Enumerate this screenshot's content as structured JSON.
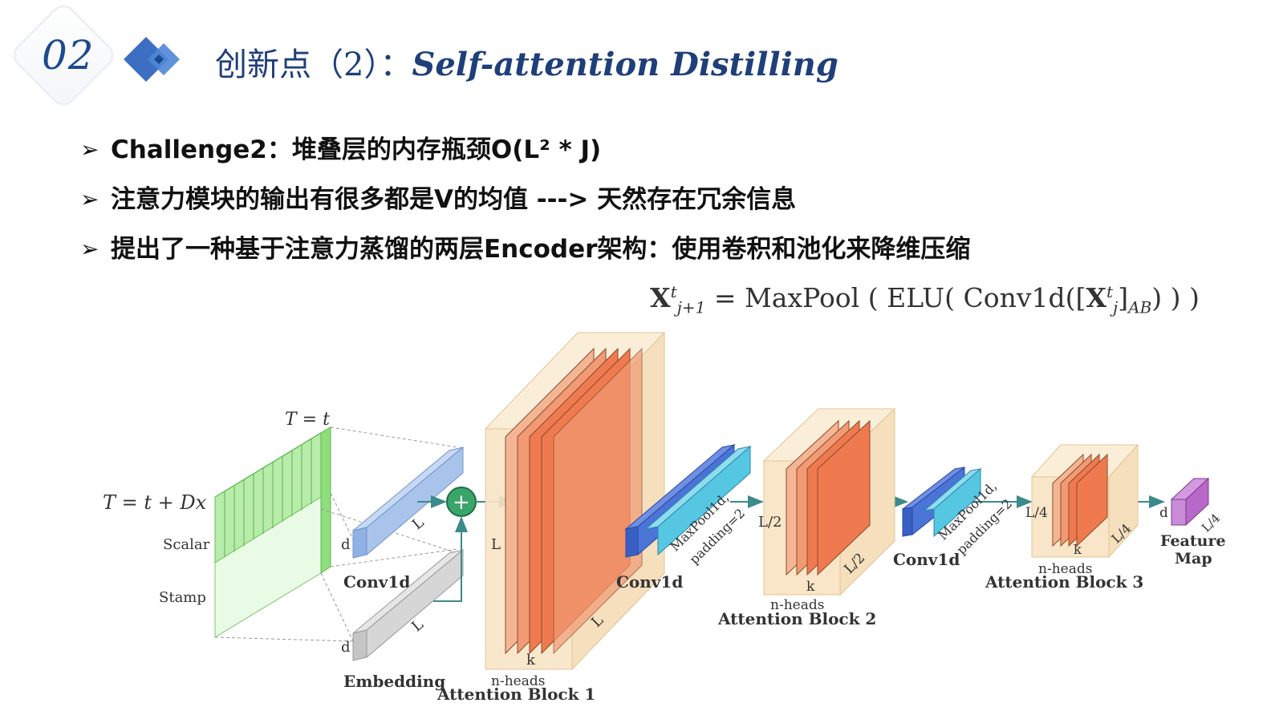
{
  "header": {
    "section_number": "02",
    "title_cn": "创新点（2）：",
    "title_en": "Self-attention Distilling",
    "colors": {
      "accent": "#1d4a8f",
      "diamond": "#3c6fc2"
    }
  },
  "bullets": [
    {
      "icon": "arrow-bullet-icon",
      "text": "Challenge2：堆叠层的内存瓶颈O(L² * J)"
    },
    {
      "icon": "arrow-bullet-icon",
      "text": "注意力模块的输出有很多都是V的均值   --->   天然存在冗余信息"
    },
    {
      "icon": "arrow-bullet-icon",
      "text": "提出了一种基于注意力蒸馏的两层Encoder架构：使用卷积和池化来降维压缩"
    }
  ],
  "formula": {
    "lhs": "X",
    "lhs_sup": "t",
    "lhs_sub": "j+1",
    "equals": "=",
    "maxpool": "MaxPool",
    "elu": "ELU",
    "conv": "Conv1d",
    "arg": "X",
    "arg_sup": "t",
    "arg_sub": "j",
    "arg_tag": "AB"
  },
  "diagram": {
    "labels": {
      "t_top": "T = t",
      "t_dx": "T = t + Dx",
      "scalar": "Scalar",
      "stamp": "Stamp",
      "d1": "d",
      "d2": "d",
      "L1": "L",
      "L2": "L",
      "conv1d_1": "Conv1d",
      "embedding": "Embedding",
      "plus": "+",
      "block1_L": "L",
      "block1_L2": "L",
      "block1_k": "k",
      "block1_heads": "n-heads",
      "block1_title": "Attention Block 1",
      "conv1d_2": "Conv1d",
      "maxpool_1": "MaxPool1d,",
      "padding_1": "padding=2",
      "block2_L": "L/2",
      "block2_L2": "L/2",
      "block2_k": "k",
      "block2_heads": "n-heads",
      "block2_title": "Attention Block 2",
      "conv1d_3": "Conv1d",
      "maxpool_2": "MaxPool1d,",
      "padding_2": "padding=2",
      "block3_L": "L/4",
      "block3_L2": "L/4",
      "block3_k": "k",
      "block3_heads": "n-heads",
      "block3_title": "Attention Block 3",
      "feat_d": "d",
      "feat_L": "L/4",
      "feature": "Feature",
      "map": "Map"
    },
    "colors": {
      "green": "#7fd86b",
      "blue": "#a9c4ea",
      "gray": "#d6d6d6",
      "cyan": "#56c7e3",
      "deepblue": "#4a74d6",
      "block_bg": "#f9e5c7",
      "orange": "#ef7a4f",
      "purple": "#b768c9",
      "plus": "#39a86a"
    }
  }
}
